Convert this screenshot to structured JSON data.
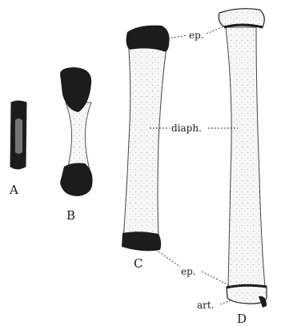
{
  "figure": {
    "bone_labels": {
      "a": "A",
      "b": "B",
      "c": "C",
      "d": "D"
    },
    "annotations": {
      "ep_top": "ep.",
      "diaph": "diaph.",
      "ep_bottom": "ep.",
      "art": "art."
    },
    "colors": {
      "ossified": "#1c1c1c",
      "cartilage": "#ededed",
      "outline": "#333333"
    }
  }
}
